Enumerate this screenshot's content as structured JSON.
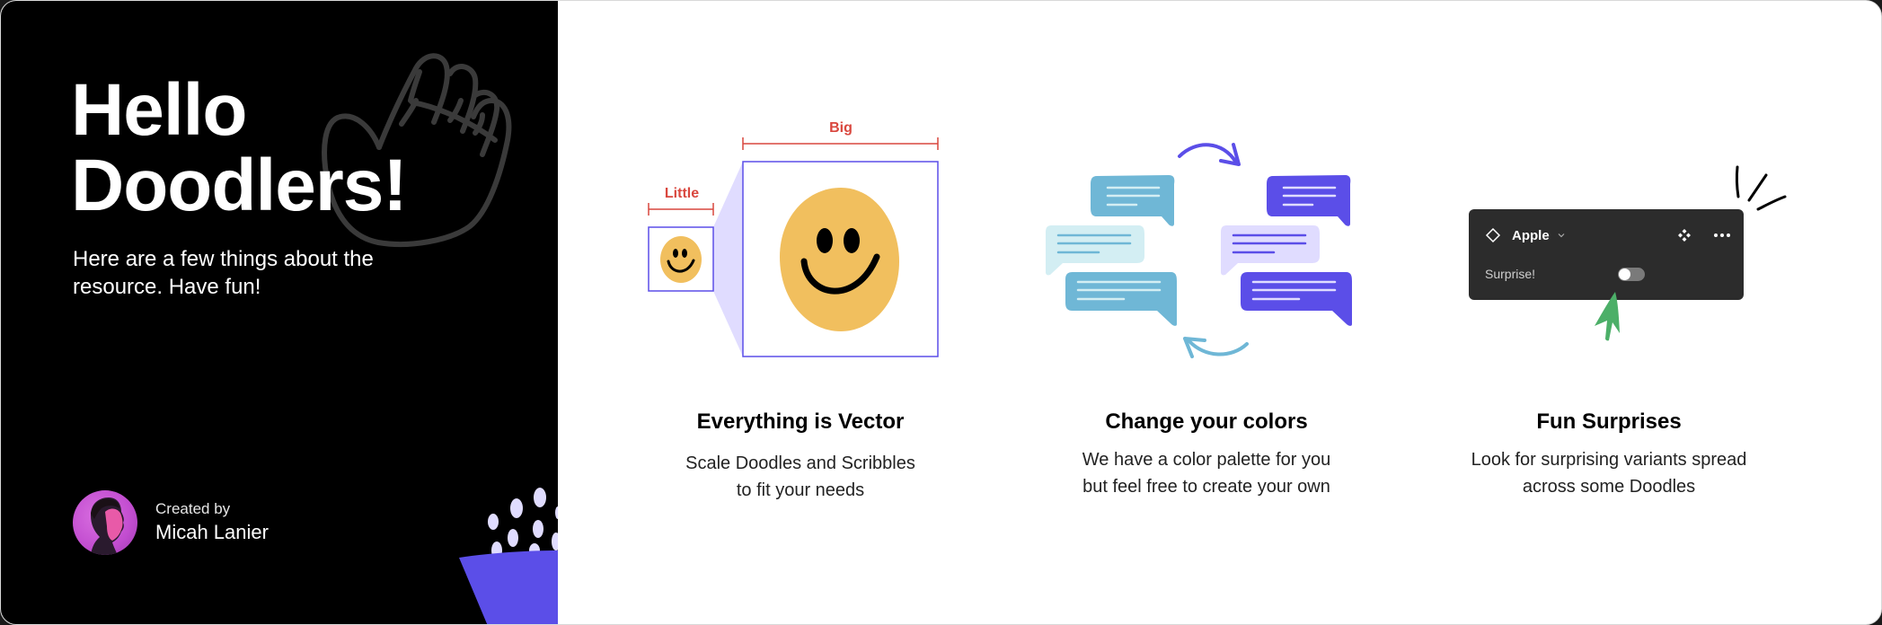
{
  "hero": {
    "title_line1": "Hello",
    "title_line2": "Doodlers!",
    "subtitle": "Here are a few things about the resource. Have fun!",
    "creator_label": "Created by",
    "creator_name": "Micah Lanier"
  },
  "features": [
    {
      "title": "Everything is Vector",
      "desc_line1": "Scale Doodles and Scribbles",
      "desc_line2": "to fit your needs",
      "illustration": {
        "little_label": "Little",
        "big_label": "Big"
      }
    },
    {
      "title": "Change your colors",
      "desc_line1": "We have a color palette for you",
      "desc_line2": "but feel free to create your own"
    },
    {
      "title": "Fun Surprises",
      "desc_line1": "Look for surprising variants spread",
      "desc_line2": "across some Doodles",
      "illustration": {
        "component_name": "Apple",
        "property_label": "Surprise!",
        "toggle_state": "off"
      }
    }
  ],
  "colors": {
    "left_bg": "#000000",
    "accent_purple": "#5b4ee8",
    "lavender": "#e0dcff",
    "teal_blue": "#6fb7d6",
    "light_teal": "#d3eef3",
    "label_red": "#d9473e",
    "smiley_yellow": "#f1bf5e",
    "panel_dark": "#2c2c2c",
    "cursor_green": "#4caf68"
  }
}
